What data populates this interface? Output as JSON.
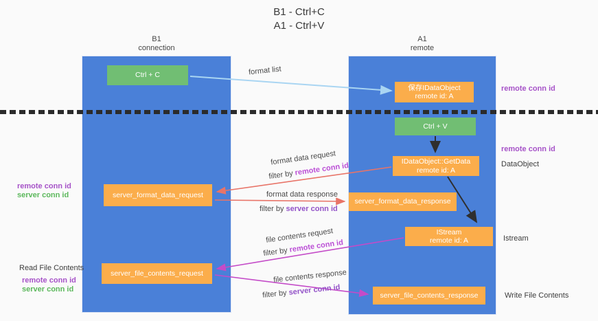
{
  "title": {
    "line1": "B1 - Ctrl+C",
    "line2": "A1 - Ctrl+V"
  },
  "columns": {
    "left": {
      "name": "B1",
      "role": "connection"
    },
    "right": {
      "name": "A1",
      "role": "remote"
    }
  },
  "nodes": {
    "ctrl_c": "Ctrl + C",
    "ctrl_v": "Ctrl + V",
    "save_dataobject": "保存IDataObject",
    "save_dataobject_id": "remote id: A",
    "getdata": "IDataObject::GetData",
    "getdata_id": "remote id: A",
    "istream": "IStream",
    "istream_id": "remote id: A",
    "server_format_data_request": "server_format_data_request",
    "server_format_data_response": "server_format_data_response",
    "server_file_contents_request": "server_file_contents_request",
    "server_file_contents_response": "server_file_contents_response"
  },
  "arrow_labels": {
    "format_list": "format list",
    "format_data_request": "format data request",
    "format_data_response": "format data response",
    "file_contents_request": "file contents request",
    "file_contents_response": "file contents response",
    "filter_by": "filter by",
    "remote_conn_id": "remote conn id",
    "server_conn_id": "server conn id"
  },
  "side_labels": {
    "remote_conn_id": "remote conn id",
    "server_conn_id": "server conn id",
    "dataobject": "DataObject",
    "istream": "Istream",
    "read_file_contents": "Read File Contents",
    "write_file_contents": "Write File Contents"
  },
  "colors": {
    "column_blue": "#4a80d8",
    "box_orange": "#fbad4b",
    "box_green": "#71be73",
    "arrow_light_blue": "#a9d5f2",
    "arrow_red": "#e87468",
    "arrow_magenta": "#c44bc8",
    "arrow_black": "#2f2f2f",
    "label_purple": "#a653c8",
    "label_magenta": "#bb4fd6",
    "label_violet": "#9353c8",
    "label_green": "#5cb85c"
  }
}
